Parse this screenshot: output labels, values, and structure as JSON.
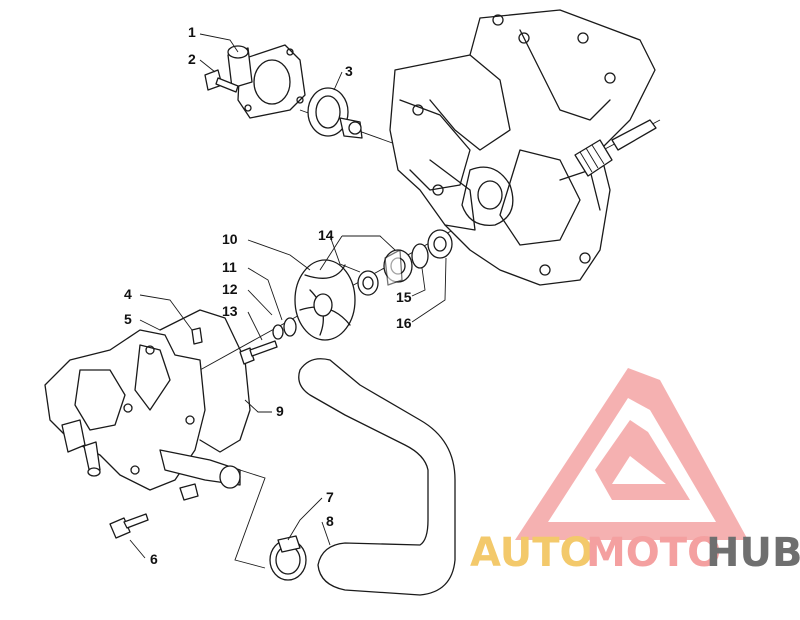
{
  "callouts": [
    {
      "id": "1",
      "label": "1"
    },
    {
      "id": "2",
      "label": "2"
    },
    {
      "id": "3",
      "label": "3"
    },
    {
      "id": "4",
      "label": "4"
    },
    {
      "id": "5",
      "label": "5"
    },
    {
      "id": "6",
      "label": "6"
    },
    {
      "id": "7",
      "label": "7"
    },
    {
      "id": "8",
      "label": "8"
    },
    {
      "id": "9",
      "label": "9"
    },
    {
      "id": "10",
      "label": "10"
    },
    {
      "id": "11",
      "label": "11"
    },
    {
      "id": "12",
      "label": "12"
    },
    {
      "id": "13",
      "label": "13"
    },
    {
      "id": "14",
      "label": "14"
    },
    {
      "id": "15",
      "label": "15"
    },
    {
      "id": "16",
      "label": "16"
    }
  ],
  "watermark": {
    "word_1": "AUTO",
    "word_2": "MOTO",
    "word_3": "HUB",
    "colors": {
      "word_1": "#f3c96b",
      "word_2": "#f4a0a0",
      "word_3": "#6f6f6f",
      "logo": "#f29a9a"
    }
  }
}
